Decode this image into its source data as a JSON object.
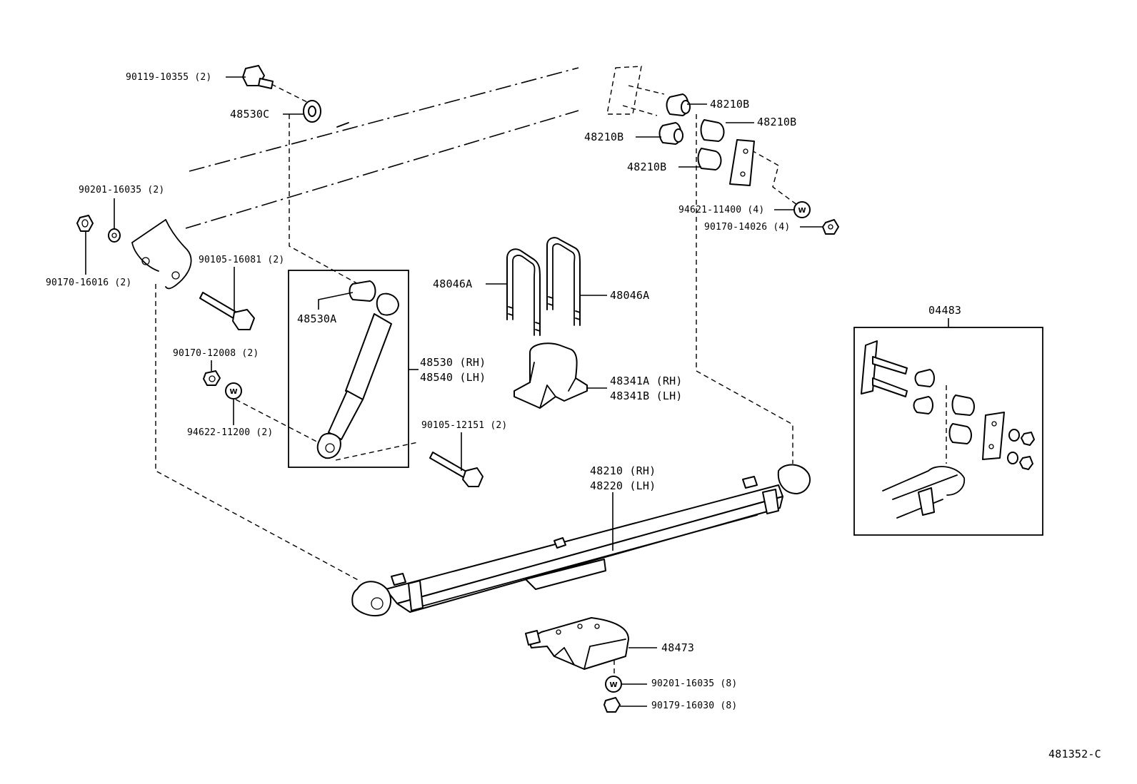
{
  "diagram_id": "481352-C",
  "labels": {
    "bolt_top": "90119-10355 (2)",
    "washer_48530c": "48530C",
    "washer_90201_top": "90201-16035 (2)",
    "nut_90170_16016": "90170-16016 (2)",
    "bolt_90105_16081": "90105-16081 (2)",
    "bushing_48530a": "48530A",
    "nut_90170_12008": "90170-12008 (2)",
    "washer_94622": "94622-11200 (2)",
    "absorber_rh": "48530 (RH)",
    "absorber_lh": "48540 (LH)",
    "ubolt_left": "48046A",
    "ubolt_right": "48046A",
    "bumper_rh": "48341A (RH)",
    "bumper_lh": "48341B (LH)",
    "bolt_90105_12151": "90105-12151 (2)",
    "spring_rh": "48210 (RH)",
    "spring_lh": "48220 (LH)",
    "bushing_48210b_1": "48210B",
    "bushing_48210b_2": "48210B",
    "bushing_48210b_3": "48210B",
    "bushing_48210b_4": "48210B",
    "washer_94621": "94621-11400 (4)",
    "nut_90170_14026": "90170-14026 (4)",
    "kit_04483": "04483",
    "plate_48473": "48473",
    "washer_90201_bottom": "90201-16035 (8)",
    "nut_90179": "90179-16030 (8)"
  },
  "washer_mark": "W"
}
